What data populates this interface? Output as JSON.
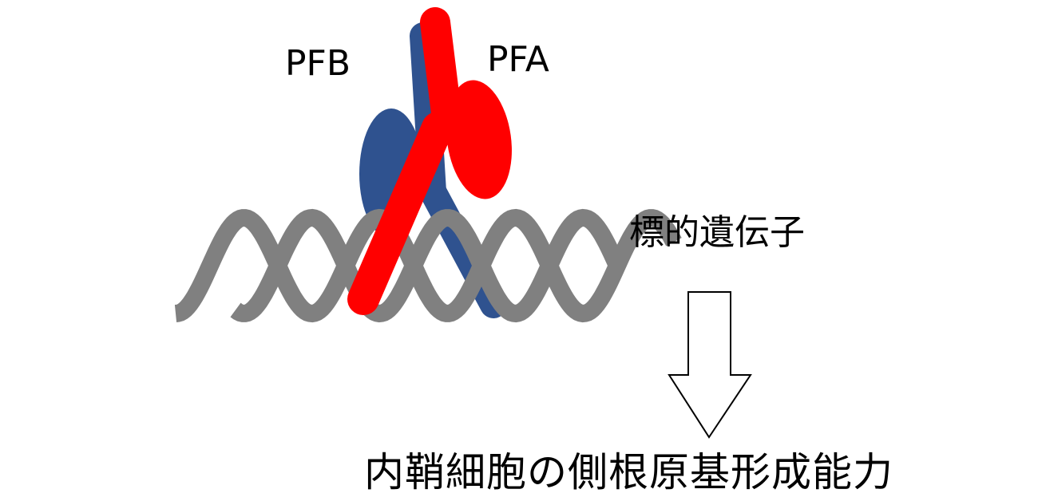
{
  "labels": {
    "pfb": "PFB",
    "pfa": "PFA",
    "target_gene": "標的遺伝子",
    "result": "内鞘細胞の側根原基形成能力"
  },
  "colors": {
    "pfb": "#2f528f",
    "pfa": "#ff0000",
    "dna": "#808080",
    "arrow_stroke": "#000000",
    "arrow_fill": "#ffffff"
  }
}
